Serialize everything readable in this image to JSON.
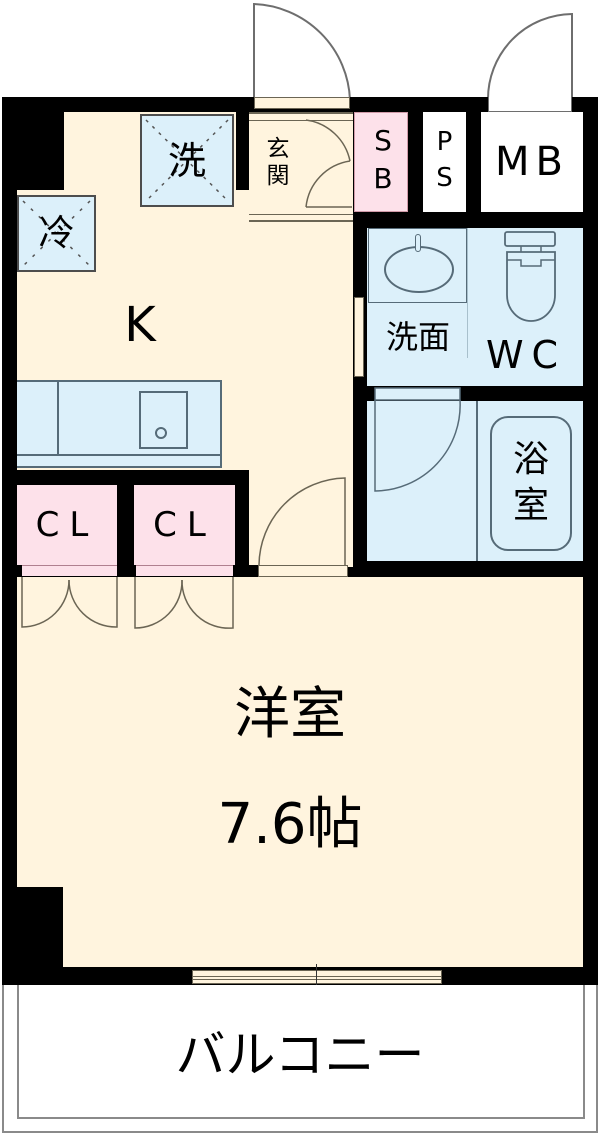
{
  "floor_plan": {
    "colors": {
      "wall": "#000000",
      "room_floor": "#fff4de",
      "wet_area": "#dcf0fa",
      "storage_pink": "#fde1ea",
      "outline": "#6b6554"
    },
    "rooms": {
      "kitchen": {
        "label": "K"
      },
      "laundry": {
        "label": "洗"
      },
      "fridge": {
        "label": "冷"
      },
      "entrance": {
        "label_top": "玄",
        "label_bottom": "関"
      },
      "shoe_box": {
        "label_top": "S",
        "label_bottom": "B"
      },
      "pipe_space": {
        "label_top": "P",
        "label_bottom": "S"
      },
      "meter_box": {
        "label": "MB"
      },
      "washroom": {
        "label": "洗面"
      },
      "toilet": {
        "label": "WC"
      },
      "bath": {
        "label_top": "浴",
        "label_bottom": "室"
      },
      "closet_1": {
        "label": "CL"
      },
      "closet_2": {
        "label": "CL"
      },
      "western_room": {
        "label": "洋室",
        "size": "7.6帖"
      },
      "balcony": {
        "label": "バルコニー"
      }
    }
  }
}
